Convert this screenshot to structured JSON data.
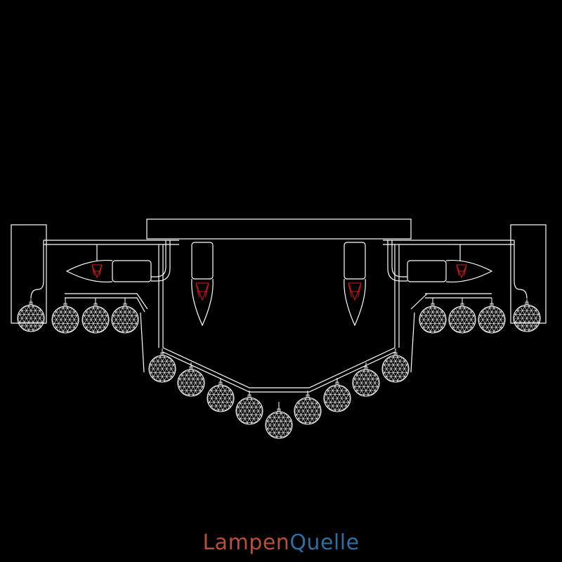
{
  "drawing": {
    "subject": "chandelier-cad-elevation",
    "line_color": "#ffffff",
    "filament_color": "#e01818",
    "background": "#000000",
    "crystal_ball_count": 17,
    "bulb_count": 4
  },
  "watermark": {
    "part1": "Lampen",
    "part2": "Quelle",
    "color_part1": "#b5503a",
    "color_part2": "#2f6fa0"
  }
}
